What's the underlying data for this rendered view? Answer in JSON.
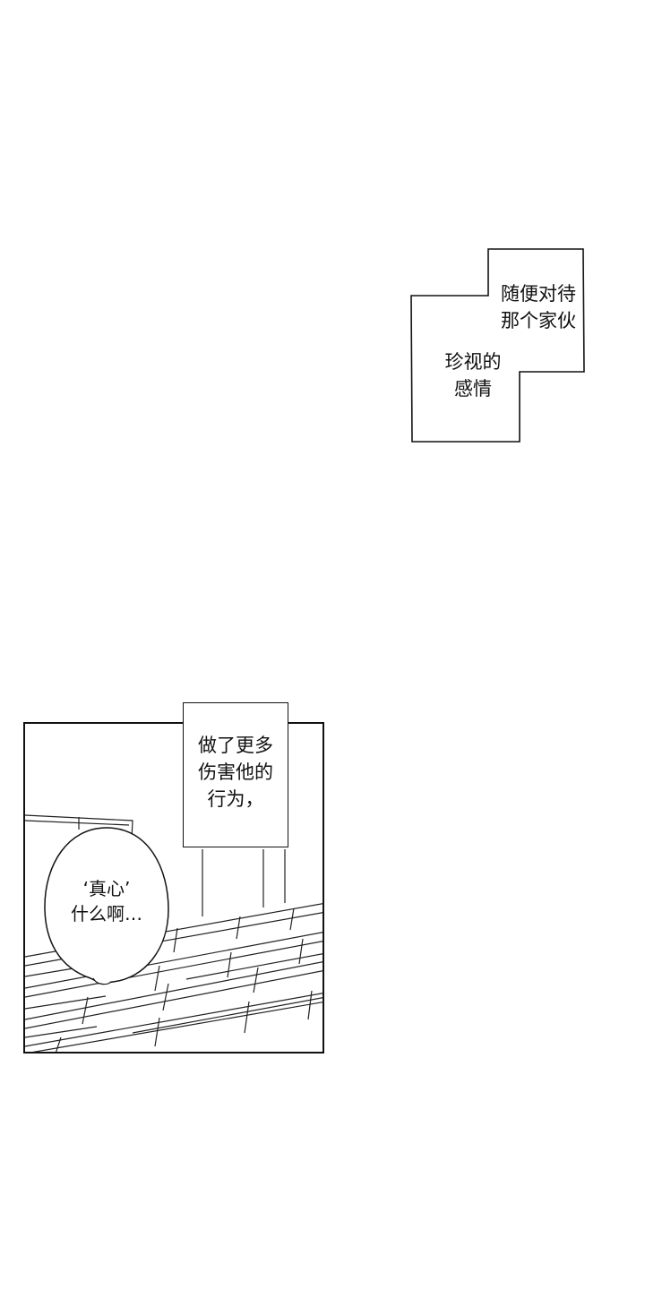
{
  "caption_top": {
    "line_group_1": "随便对待\n那个家伙",
    "line_group_2": "珍视的\n感情"
  },
  "caption_panel": {
    "text": "做了更多\n伤害他的\n行为，"
  },
  "speech_balloon": {
    "text": "‘真心’\n什么啊…"
  }
}
